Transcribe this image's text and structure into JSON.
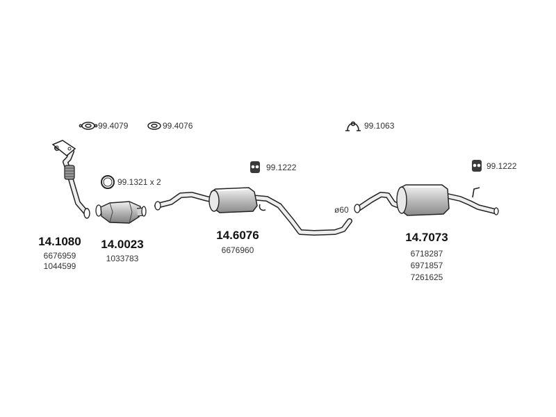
{
  "accessories": {
    "gasket_1": "99.4079",
    "gasket_2": "99.4076",
    "clamp": "99.1063",
    "ring": "99.1321 x 2",
    "hanger_front": "99.1222",
    "hanger_rear": "99.1222"
  },
  "parts": {
    "front_pipe": {
      "code": "14.1080",
      "refs": [
        "6676959",
        "1044599"
      ]
    },
    "catalyst": {
      "code": "14.0023",
      "refs": [
        "1033783"
      ]
    },
    "middle_silencer": {
      "code": "14.6076",
      "refs": [
        "6676960"
      ]
    },
    "rear_silencer": {
      "code": "14.7073",
      "refs": [
        "6718287",
        "6971857",
        "7261625"
      ]
    }
  },
  "pipe_diameter": "ø60",
  "colors": {
    "line": "#222222",
    "shade": "#bdbdbd",
    "light": "#ececec"
  }
}
